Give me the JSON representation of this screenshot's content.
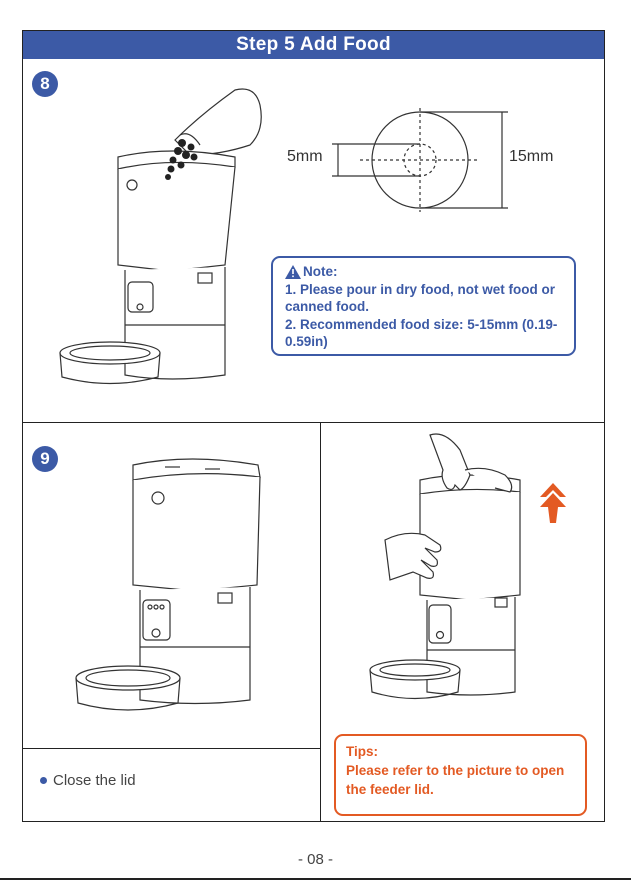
{
  "header": {
    "title": "Step 5 Add Food"
  },
  "steps": [
    {
      "number": "8"
    },
    {
      "number": "9"
    }
  ],
  "dimensions": {
    "small": "5mm",
    "large": "15mm"
  },
  "note": {
    "title": "Note:",
    "line1": "1. Please pour in dry food, not wet food or canned food.",
    "line2": "2. Recommended food size: 5-15mm (0.19-0.59in)"
  },
  "caption": "Close the lid",
  "tips": {
    "title": "Tips:",
    "text": "Please refer to the picture to open the feeder lid."
  },
  "page_number": "- 08 -",
  "colors": {
    "brand_blue": "#3c5aa6",
    "tips_orange": "#e35a23"
  },
  "icons": [
    "warning-icon",
    "up-arrow-icon"
  ]
}
